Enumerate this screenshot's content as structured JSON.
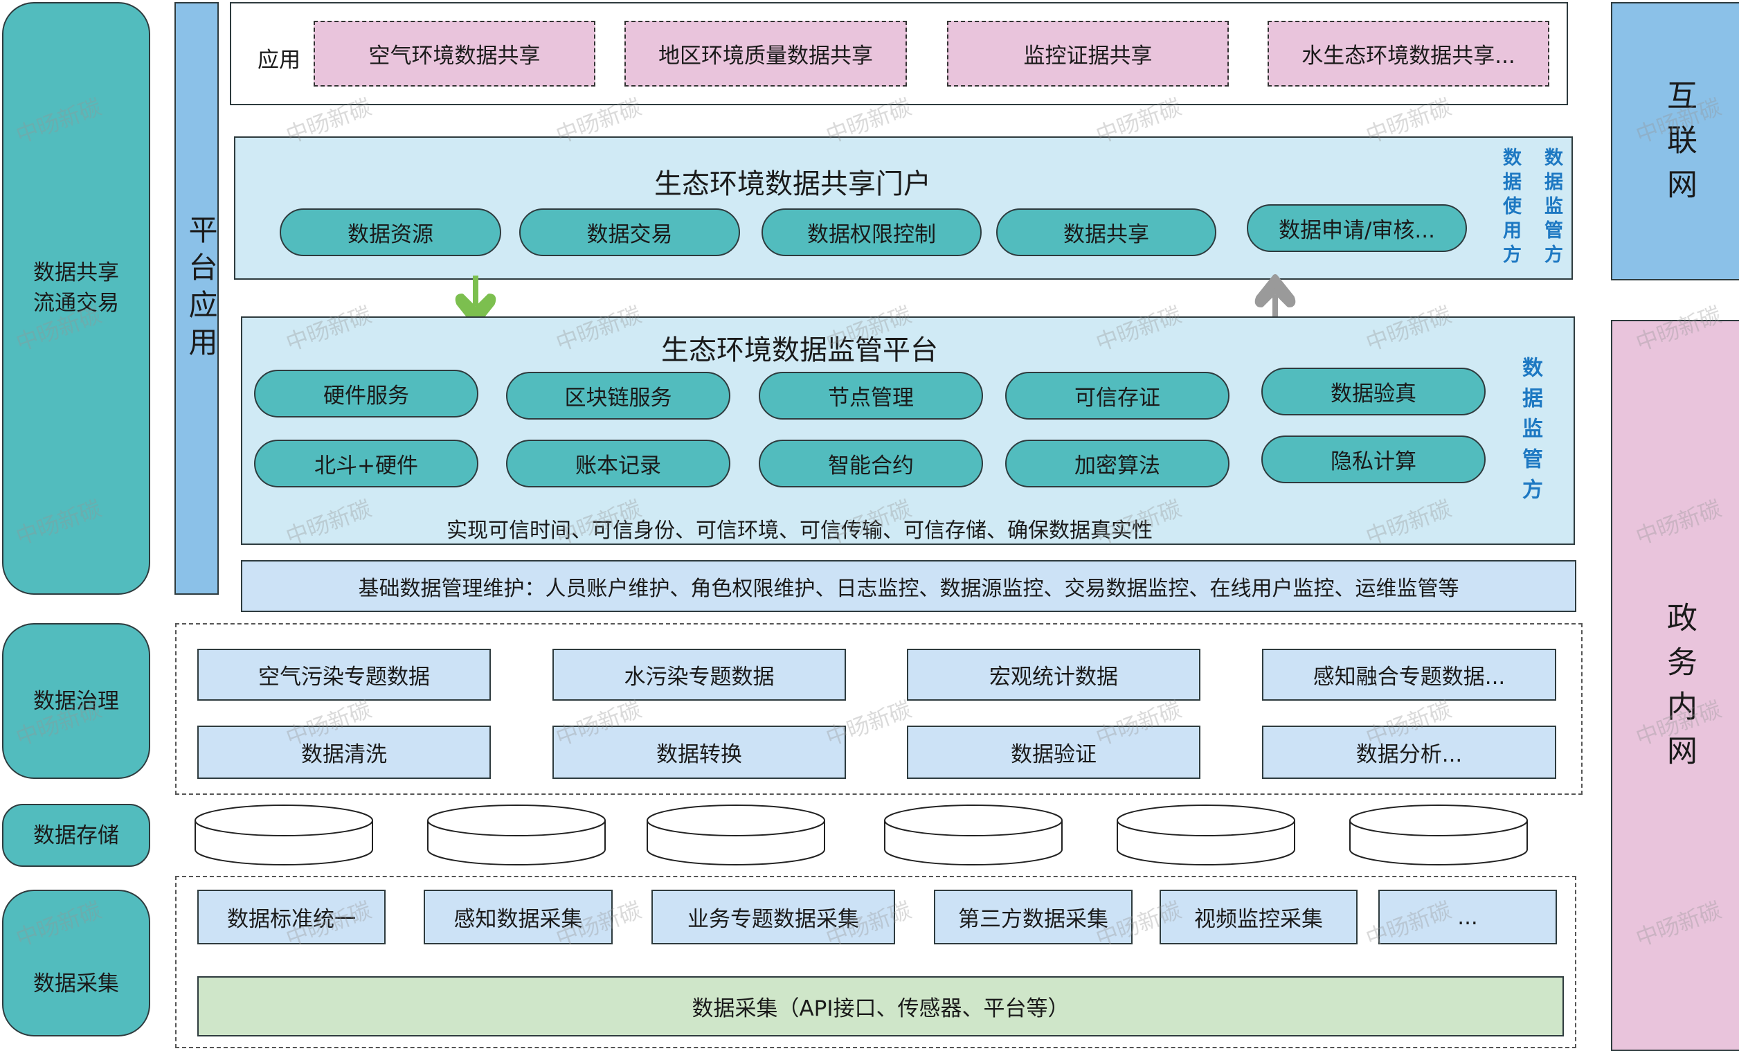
{
  "left_layers": [
    {
      "label": "数据共享\n流通交易"
    },
    {
      "label": "数据治理"
    },
    {
      "label": "数据存储"
    },
    {
      "label": "数据采集"
    }
  ],
  "platform_app_bar": {
    "label": "平台应用"
  },
  "applications": {
    "label": "应用",
    "items": [
      "空气环境数据共享",
      "地区环境质量数据共享",
      "监控证据共享",
      "水生态环境数据共享..."
    ]
  },
  "portal": {
    "title": "生态环境数据共享门户",
    "items": [
      "数据资源",
      "数据交易",
      "数据权限控制",
      "数据共享",
      "数据申请/审核..."
    ],
    "side_labels": [
      "数据使用方",
      "数据监管方"
    ]
  },
  "arrows": {
    "down_color": "#7cbf4f",
    "up_color": "#9a9a9a"
  },
  "supervision": {
    "title": "生态环境数据监管平台",
    "row1": [
      "硬件服务",
      "区块链服务",
      "节点管理",
      "可信存证",
      "数据验真"
    ],
    "row2": [
      "北斗+硬件",
      "账本记录",
      "智能合约",
      "加密算法",
      "隐私计算"
    ],
    "footnote": "实现可信时间、可信身份、可信环境、可信传输、可信存储、确保数据真实性",
    "side_label": "数据监管方"
  },
  "basic_maintenance": {
    "text": "基础数据管理维护：人员账户维护、角色权限维护、日志监控、数据源监控、交易数据监控、在线用户监控、运维监管等"
  },
  "governance": {
    "row1": [
      "空气污染专题数据",
      "水污染专题数据",
      "宏观统计数据",
      "感知融合专题数据..."
    ],
    "row2": [
      "数据清洗",
      "数据转换",
      "数据验证",
      "数据分析..."
    ]
  },
  "storage": {
    "cylinder_count": 6
  },
  "collection": {
    "items": [
      "数据标准统一",
      "感知数据采集",
      "业务专题数据采集",
      "第三方数据采集",
      "视频监控采集",
      "..."
    ],
    "base": "数据采集（API接口、传感器、平台等）"
  },
  "networks": {
    "internet": "互联网",
    "gov_intranet": "政务内网"
  },
  "watermark": "中旸新碳",
  "colors": {
    "teal": "#52bcbe",
    "platform_blue": "#8bc1e8",
    "portal_bg": "#d0eaf5",
    "box_blue": "#cce2f6",
    "app_pink": "#e9c4dc",
    "collection_green": "#cfe6c9",
    "side_label_blue": "#1d78c2"
  }
}
